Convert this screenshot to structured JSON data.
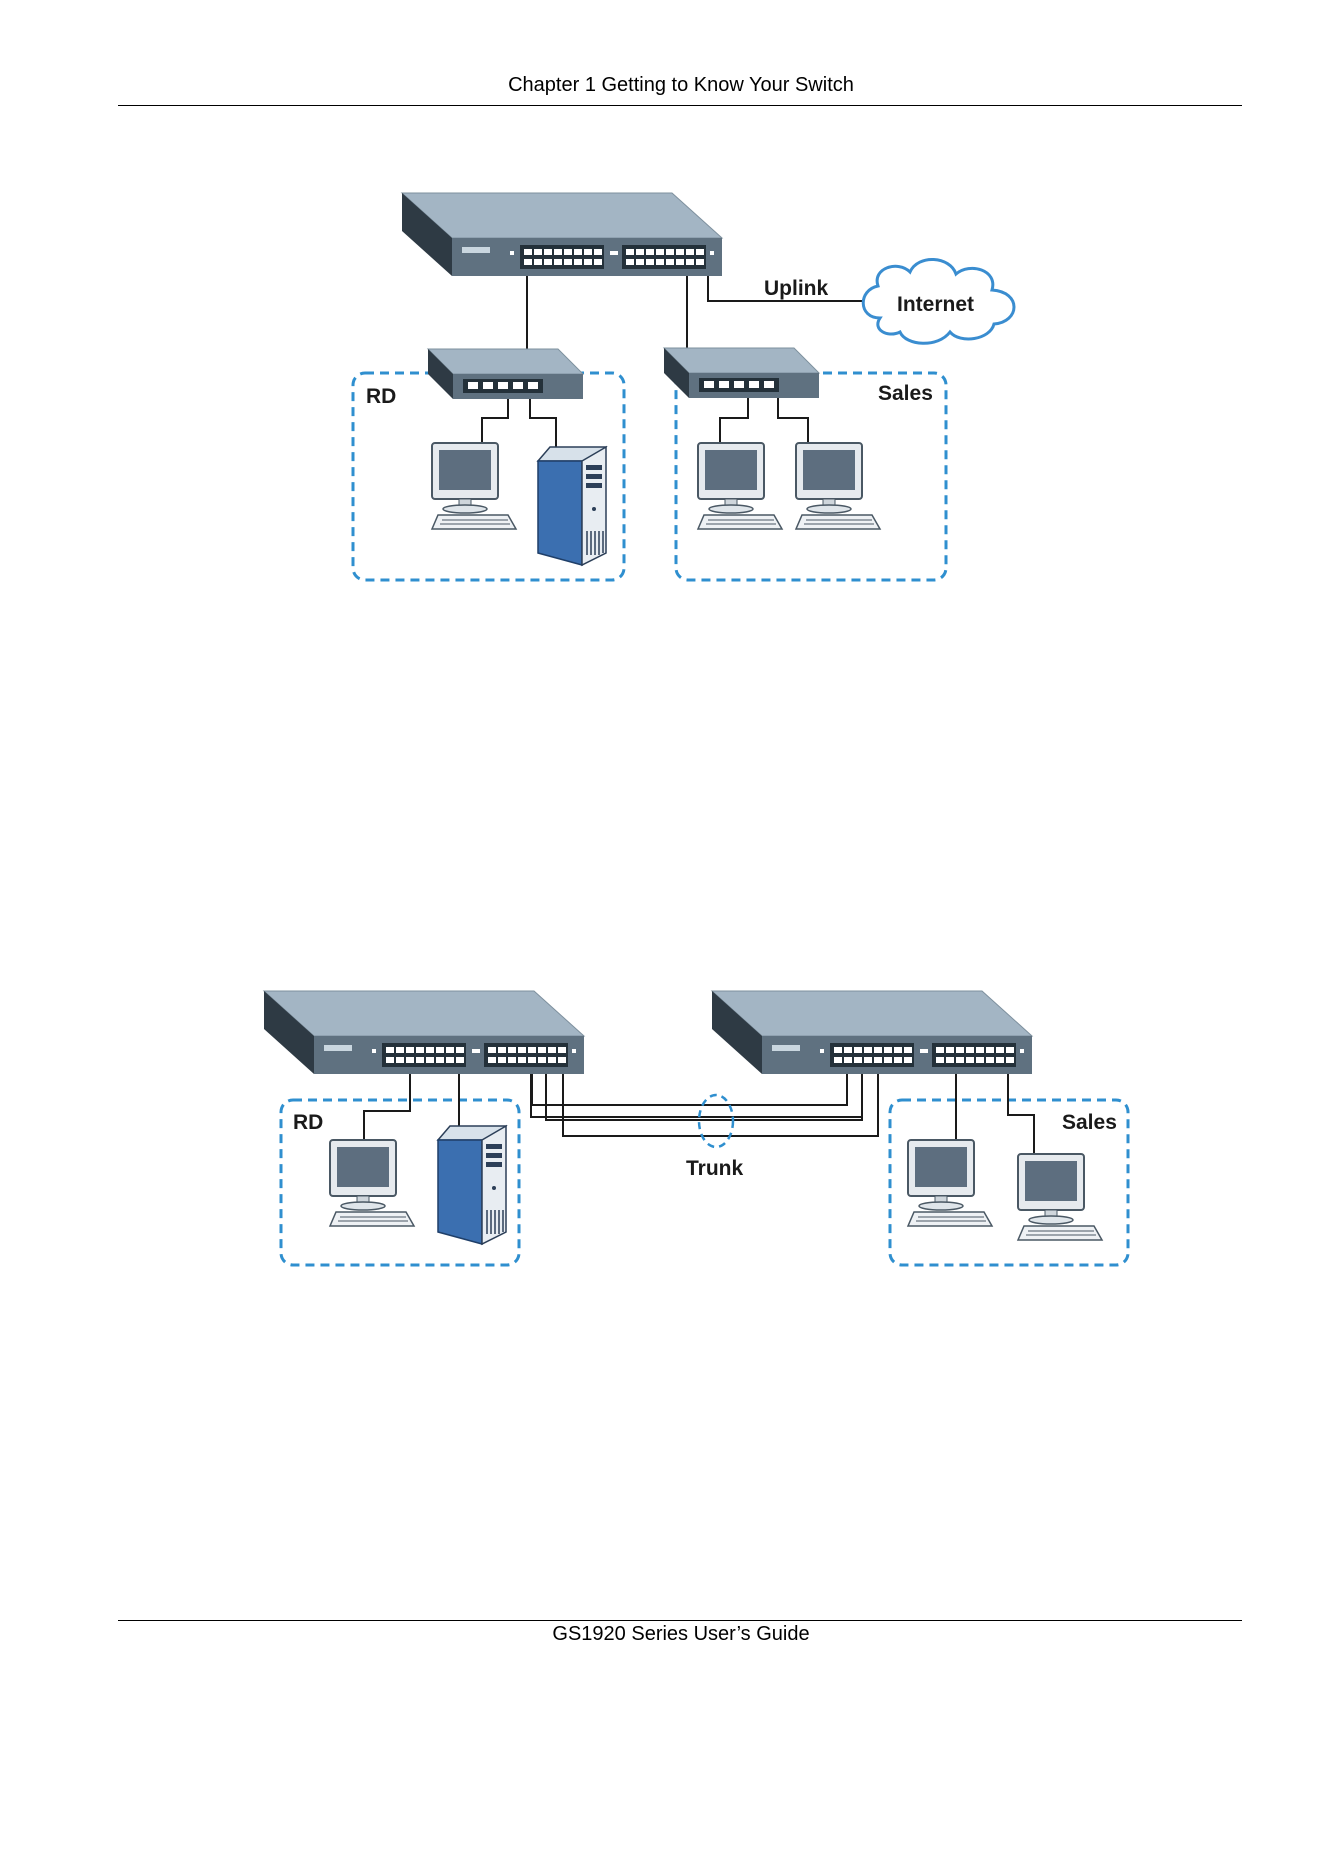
{
  "header": {
    "chapter_title": "Chapter 1 Getting to Know Your Switch"
  },
  "footer": {
    "guide_title": "GS1920 Series User’s Guide"
  },
  "figure1": {
    "uplink_label": "Uplink",
    "internet_label": "Internet",
    "group_left_label": "RD",
    "group_right_label": "Sales"
  },
  "figure2": {
    "trunk_label": "Trunk",
    "group_left_label": "RD",
    "group_right_label": "Sales"
  },
  "colors": {
    "group_border": "#2f8fcf",
    "switch_top": "#9fb1c1",
    "switch_front": "#5d6f7d",
    "server_blue": "#3b6fb0",
    "cloud_border": "#3a8dd0"
  }
}
